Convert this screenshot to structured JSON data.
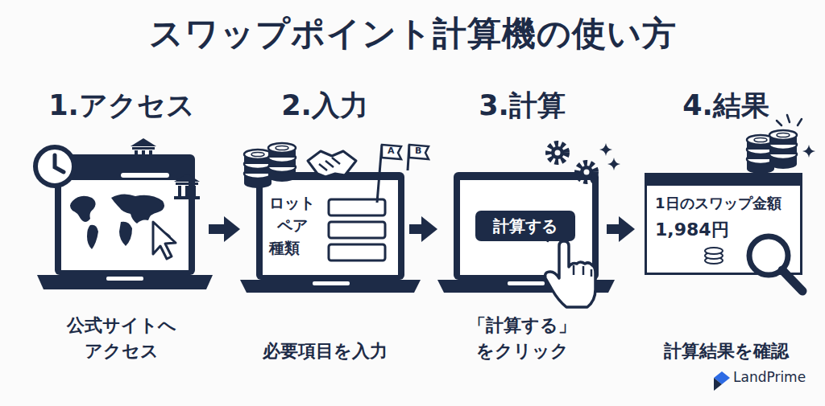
{
  "diagram": {
    "title": "スワップポイント計算機の使い方",
    "nodes": [
      {
        "text": [
          "1.アクセス",
          "公式サイトへ アクセス"
        ]
      },
      {
        "text": [
          "2.入力",
          "必要項目を入力"
        ]
      },
      {
        "text": [
          "3.計算",
          "「計算する」 をクリック"
        ]
      },
      {
        "text": [
          "4.結果",
          "計算結果を確認"
        ]
      },
      {
        "text": [
          "計算する"
        ],
        "in": 2
      },
      {
        "text": [
          "1日のスワップ金額",
          "1,984円"
        ],
        "in": 3
      }
    ],
    "edges": [
      {
        "from": 0,
        "to": 1,
        "arrow": "to"
      },
      {
        "from": 1,
        "to": 2,
        "arrow": "to"
      },
      {
        "from": 2,
        "to": 3,
        "arrow": "to"
      }
    ],
    "labels": [
      "ロット",
      "ペア",
      "種類",
      "A",
      "B",
      "LandPrime"
    ]
  }
}
